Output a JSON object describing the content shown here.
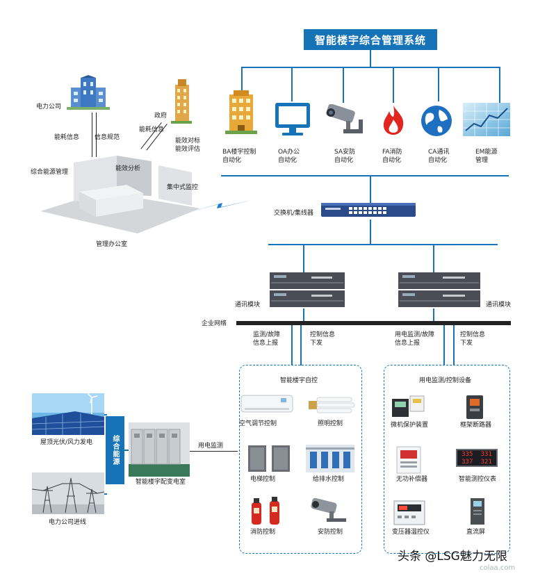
{
  "title": "智能楼宇综合管理系统",
  "subsystems": [
    {
      "l1": "BA楼宇控制",
      "l2": "自动化",
      "icon": "building-icon"
    },
    {
      "l1": "OA办公",
      "l2": "自动化",
      "icon": "monitor-icon"
    },
    {
      "l1": "SA安防",
      "l2": "自动化",
      "icon": "cctv-camera-icon"
    },
    {
      "l1": "FA消防",
      "l2": "自动化",
      "icon": "fire-icon"
    },
    {
      "l1": "CA通讯",
      "l2": "自动化",
      "icon": "globe-icon"
    },
    {
      "l1": "EM能源",
      "l2": "管理",
      "icon": "energy-meter-icon"
    }
  ],
  "left_top": {
    "power_company": "电力公司",
    "government": "政府",
    "energy_info_1": "能耗信息",
    "info_rules": "信息规范",
    "energy_info_2": "能耗信息",
    "efficiency_bench": "能效对标",
    "efficiency_eval": "能效评估",
    "energy_mgmt": "综合能源管理",
    "efficiency_analysis": "能效分析",
    "central_monitor": "集中式监控",
    "office": "管理办公室"
  },
  "switch_label": "交换机/集线器",
  "comm_module_left": "通讯模块",
  "comm_module_right": "通讯模块",
  "network_label": "企业网络",
  "report_left_1": "监测/故障",
  "report_left_2": "信息上报",
  "ctrl_left_1": "控制信息",
  "ctrl_left_2": "下发",
  "report_right_1": "用电监测/故障",
  "report_right_2": "信息上报",
  "ctrl_right_1": "控制信息",
  "ctrl_right_2": "下发",
  "panel_left": {
    "title": "智能楼宇自控",
    "items": [
      "空气调节控制",
      "照明控制",
      "电梯控制",
      "给排水控制",
      "消防控制",
      "安防控制"
    ]
  },
  "panel_right": {
    "title": "用电监测/控制设备",
    "items": [
      "微机保护装置",
      "框架断路器",
      "无功补偿器",
      "智能测控仪表",
      "变压器温控仪",
      "直流屏"
    ],
    "meter_readings": [
      "335",
      "331",
      "337",
      "321"
    ]
  },
  "bottom_left": {
    "solar": "屋顶光伏/风力发电",
    "grid": "电力公司进线",
    "integrated": "综合能源",
    "substation": "智能楼宇配变电室",
    "power_monitor": "用电监测"
  },
  "watermark": "头条 @LSG魅力无限",
  "watermark_faint": "colaa.com",
  "colors": {
    "accent": "#1673b8",
    "line": "#222222"
  }
}
